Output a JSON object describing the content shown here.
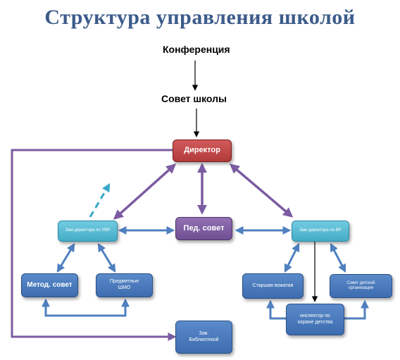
{
  "title": "Структура управления школой",
  "conference": "Конференция",
  "school_council": "Совет школы",
  "director": "Директор",
  "ped_council": "Пед. совет",
  "deputy_uvr": "Зам директора по УВР",
  "deputy_vr": "Зам директора по ВР",
  "method_council": "Метод. совет",
  "subject_shmo": "Предметные ШМО",
  "librarian": "Зав. Библиотекой",
  "senior_counselor": "Старшая вожатая",
  "kids_org_council": "Совет детской организации",
  "child_protection_inspector": "инспектор по охране детства",
  "colors": {
    "title": "#3b5b8a",
    "director": "#c04848",
    "ped_council": "#8060a4",
    "deputy": "#5bbdd6",
    "unit": "#4a7bbf",
    "arrow_purple": "#7b5ba1",
    "arrow_blue": "#4f80c0",
    "arrow_dashed": "#39a9c9"
  }
}
